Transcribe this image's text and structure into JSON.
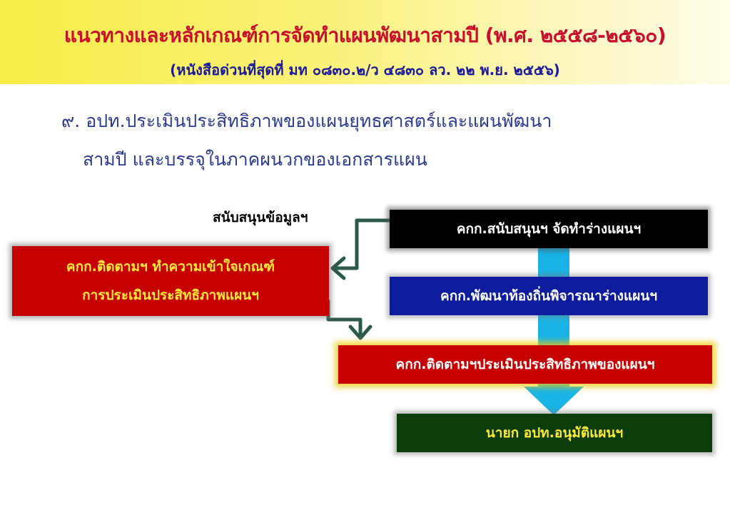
{
  "header": {
    "title": "แนวทางและหลักเกณฑ์การจัดทำแผนพัฒนาสามปี (พ.ศ. ๒๕๕๘-๒๕๖๐)",
    "subtitle": "(หนังสือด่วนที่สุดที่ มท ๐๘๓๐.๒/ว ๔๘๓๐ ลว. ๒๒ พ.ย. ๒๕๕๖)"
  },
  "item": {
    "line1": "๙. อปท.ประเมินประสิทธิภาพของแผนยุทธศาสตร์และแผนพัฒนา",
    "line2": "สามปี และบรรจุในภาคผนวกของเอกสารแผน"
  },
  "diagram": {
    "support_label": "สนับสนุนข้อมูลฯ",
    "box_support": "คกก.สนับสนุนฯ จัดทำร่างแผนฯ",
    "box_local": "คกก.พัฒนาท้องถิ่นพิจารณาร่างแผนฯ",
    "box_eval": "คกก.ติดตามฯประเมินประสิทธิภาพของแผนฯ",
    "box_mayor": "นายก อปท.อนุมัติแผนฯ",
    "box_monitor_line1": "คกก.ติดตามฯ ทำความเข้าใจเกณฑ์",
    "box_monitor_line2": "การประเมินประสิทธิภาพแผนฯ"
  },
  "colors": {
    "banner_yellow": "#f7ec47",
    "title_red": "#c8102e",
    "subtitle_blue": "#1a1a9a",
    "item_blue": "#2b3a8f",
    "flow_cyan": "#19b3e6",
    "connector_green": "#2b5a4c"
  }
}
